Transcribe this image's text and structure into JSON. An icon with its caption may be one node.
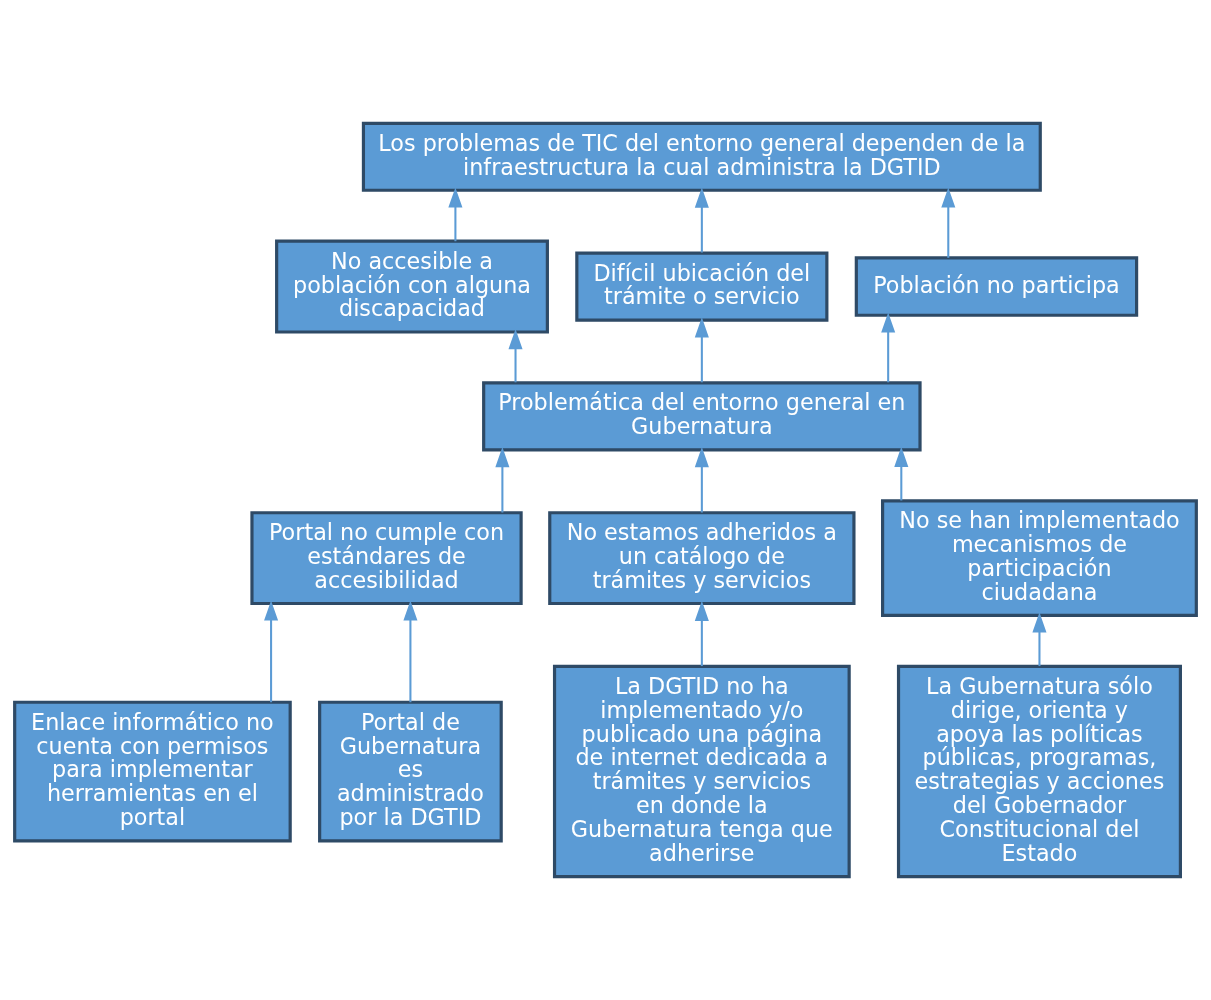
{
  "diagram": {
    "nodes": [
      {
        "text": [
          "Los problemas de TIC del entorno general dependen de la infraestructura la cual administra la DGTID"
        ]
      },
      {
        "text": [
          "No accesible a población con alguna discapacidad"
        ]
      },
      {
        "text": [
          "Difícil ubicación del trámite o servicio"
        ]
      },
      {
        "text": [
          "Población no participa"
        ]
      },
      {
        "text": [
          "Problemática del entorno general en Gubernatura"
        ]
      },
      {
        "text": [
          "Portal no cumple con estándares de accesibilidad"
        ]
      },
      {
        "text": [
          "No estamos adheridos a un catálogo de trámites y servicios"
        ]
      },
      {
        "text": [
          "No se han implementado mecanismos de participación ciudadana"
        ]
      },
      {
        "text": [
          "Enlace informático no cuenta con permisos para implementar herramientas en el portal"
        ]
      },
      {
        "text": [
          "Portal de Gubernatura es administrado por la DGTID"
        ]
      },
      {
        "text": [
          "La DGTID no ha implementado y/o publicado una página de internet dedicada a trámites y servicios en donde la Gubernatura tenga que adherirse"
        ]
      },
      {
        "text": [
          "La Gubernatura sólo dirige, orienta y apoya las políticas públicas, programas, estrategias y acciones del Gobernador Constitucional del Estado"
        ]
      }
    ],
    "edges": [
      {
        "from": 1,
        "to": 0,
        "arrow": "to"
      },
      {
        "from": 2,
        "to": 0,
        "arrow": "to"
      },
      {
        "from": 3,
        "to": 0,
        "arrow": "to"
      },
      {
        "from": 4,
        "to": 1,
        "arrow": "to"
      },
      {
        "from": 4,
        "to": 2,
        "arrow": "to"
      },
      {
        "from": 4,
        "to": 3,
        "arrow": "to"
      },
      {
        "from": 5,
        "to": 4,
        "arrow": "to"
      },
      {
        "from": 6,
        "to": 4,
        "arrow": "to"
      },
      {
        "from": 7,
        "to": 4,
        "arrow": "to"
      },
      {
        "from": 8,
        "to": 5,
        "arrow": "to"
      },
      {
        "from": 9,
        "to": 5,
        "arrow": "to"
      },
      {
        "from": 10,
        "to": 6,
        "arrow": "to"
      },
      {
        "from": 11,
        "to": 7,
        "arrow": "to"
      }
    ]
  }
}
